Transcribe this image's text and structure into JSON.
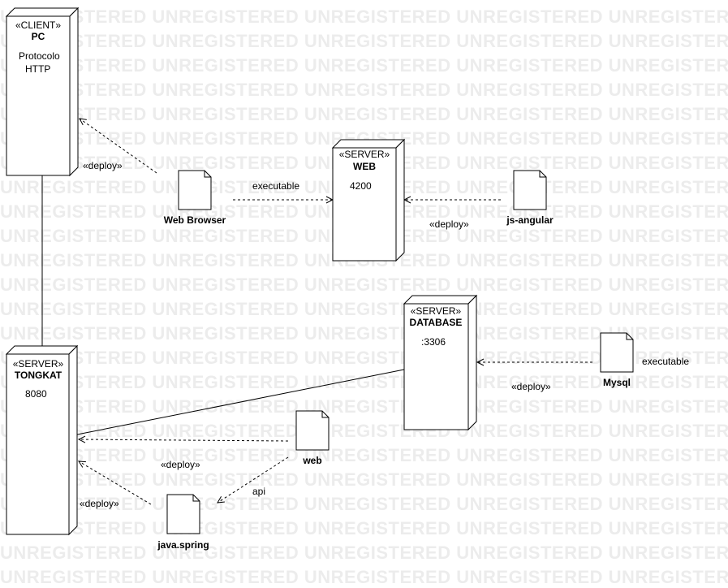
{
  "watermark_text": "UNREGISTERED",
  "nodes": {
    "pc": {
      "stereotype": "«CLIENT»",
      "name": "PC",
      "detail1": "Protocolo",
      "detail2": "HTTP"
    },
    "web": {
      "stereotype": "«SERVER»",
      "name": "WEB",
      "detail1": "4200"
    },
    "database": {
      "stereotype": "«SERVER»",
      "name": "DATABASE",
      "detail1": ":3306"
    },
    "tongkat": {
      "stereotype": "«SERVER»",
      "name": "TONGKAT",
      "detail1": "8080"
    }
  },
  "artifacts": {
    "web_browser": "Web Browser",
    "js_angular": "js-angular",
    "mysql": "Mysql",
    "web": "web",
    "java_spring": "java.spring"
  },
  "edge_labels": {
    "browser_to_pc": "«deploy»",
    "browser_to_web": "executable",
    "angular_to_web": "«deploy»",
    "mysql_to_db": "«deploy»",
    "mysql_side": "executable",
    "web_to_tongkat": "«deploy»",
    "spring_to_tongkat": "«deploy»",
    "web_to_spring": "api"
  }
}
